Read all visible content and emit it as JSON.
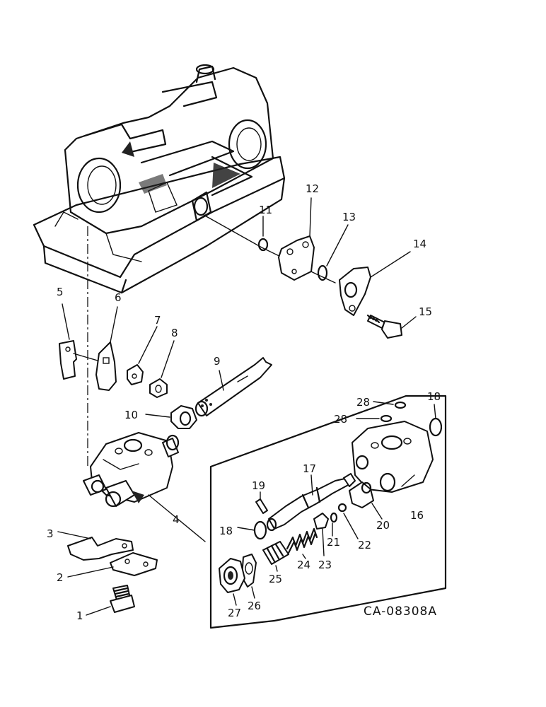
{
  "drawing_code": "CA-08308A",
  "callouts": {
    "c1": "1",
    "c2": "2",
    "c3": "3",
    "c4": "4",
    "c5": "5",
    "c6": "6",
    "c7": "7",
    "c8": "8",
    "c9": "9",
    "c10": "10",
    "c11": "11",
    "c12": "12",
    "c13": "13",
    "c14": "14",
    "c15": "15",
    "c16": "16",
    "c17": "17",
    "c18a": "18",
    "c18b": "18",
    "c19": "19",
    "c20": "20",
    "c21": "21",
    "c22": "22",
    "c23": "23",
    "c24": "24",
    "c25": "25",
    "c26": "26",
    "c27": "27",
    "c28a": "28",
    "c28b": "28"
  }
}
